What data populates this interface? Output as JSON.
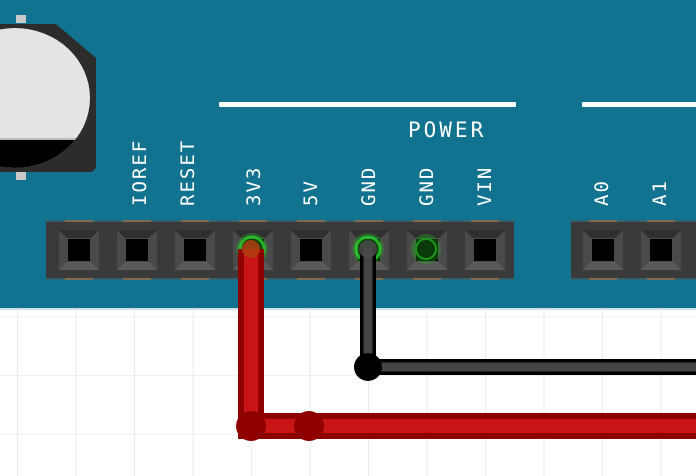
{
  "board": {
    "name": "Arduino board (partial view)",
    "color": "#117390",
    "section_power_label": "POWER",
    "power_pins": [
      {
        "label": "IOREF",
        "connected": false
      },
      {
        "label": "RESET",
        "connected": false
      },
      {
        "label": "3V3",
        "connected": true,
        "wire": "red"
      },
      {
        "label": "5V",
        "connected": false
      },
      {
        "label": "GND",
        "connected": true,
        "wire": "black"
      },
      {
        "label": "GND",
        "connected": true,
        "wire": "none"
      },
      {
        "label": "VIN",
        "connected": false
      }
    ],
    "analog_pins": [
      {
        "label": "A0",
        "connected": false
      },
      {
        "label": "A1",
        "connected": false
      }
    ]
  },
  "wires": [
    {
      "name": "red-wire",
      "from_pin": "3V3",
      "color": "#c81414",
      "edge_color": "#8e0000"
    },
    {
      "name": "black-wire",
      "from_pin": "GND",
      "color": "#444444",
      "edge_color": "#000000"
    }
  ],
  "colors": {
    "header": "#3a3a3a",
    "pin_highlight": "#22b022",
    "background": "#ffffff",
    "grid": "#e8ebf2"
  }
}
